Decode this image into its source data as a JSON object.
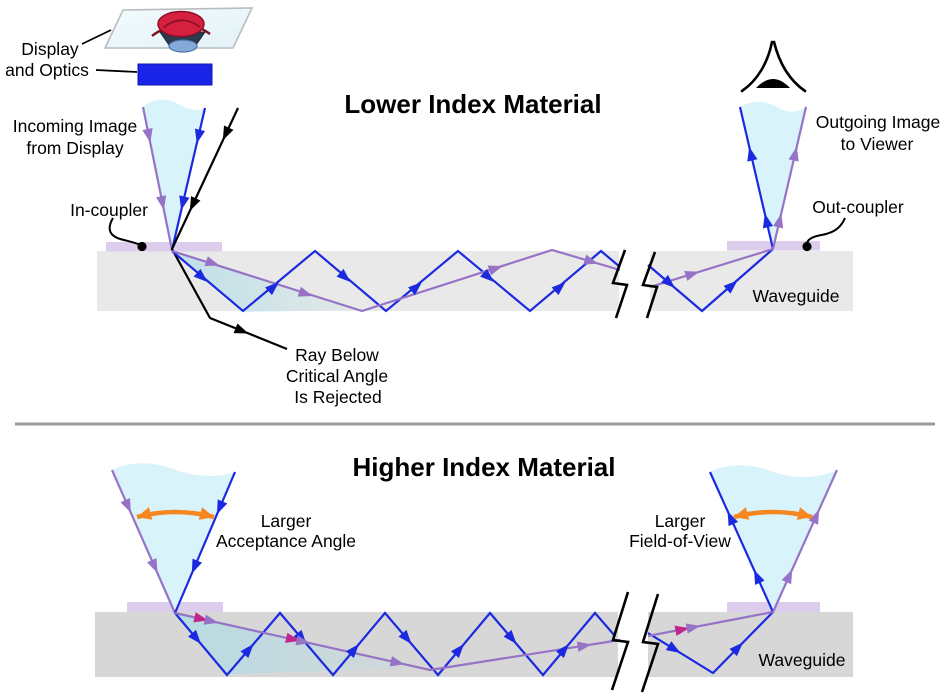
{
  "titles": {
    "top": "Lower Index Material",
    "bottom": "Higher Index Material"
  },
  "top_panel": {
    "display_label_line1": "Display",
    "display_label_line2": "and Optics",
    "incoming_label_line1": "Incoming Image",
    "incoming_label_line2": "from Display",
    "in_coupler_label": "In-coupler",
    "rejected_label_line1": "Ray Below",
    "rejected_label_line2": "Critical Angle",
    "rejected_label_line3": "Is Rejected",
    "out_coupler_label": "Out-coupler",
    "outgoing_label_line1": "Outgoing Image",
    "outgoing_label_line2": "to Viewer",
    "waveguide_label": "Waveguide"
  },
  "bottom_panel": {
    "acceptance_label_line1": "Larger",
    "acceptance_label_line2": "Acceptance Angle",
    "fov_label_line1": "Larger",
    "fov_label_line2": "Field-of-View",
    "waveguide_label": "Waveguide"
  },
  "icons": {
    "display_optics": "display-optics-icon",
    "eye": "eye-icon",
    "break_marks": "waveguide-break-icon"
  },
  "colors": {
    "blue_ray": "#1b2ae0",
    "purple_ray": "#9673c6",
    "magenta_ray": "#c0268c",
    "orange_accent": "#f6861f",
    "cone_fill": "#d9f3fa",
    "waveguide_top": "#e9e9e9",
    "waveguide_bottom": "#d7d7d7",
    "coupler_strip": "#dccdec",
    "display_blue": "#1a23e8",
    "divider": "#9b9b9b",
    "rejected_ray": "#000000"
  }
}
